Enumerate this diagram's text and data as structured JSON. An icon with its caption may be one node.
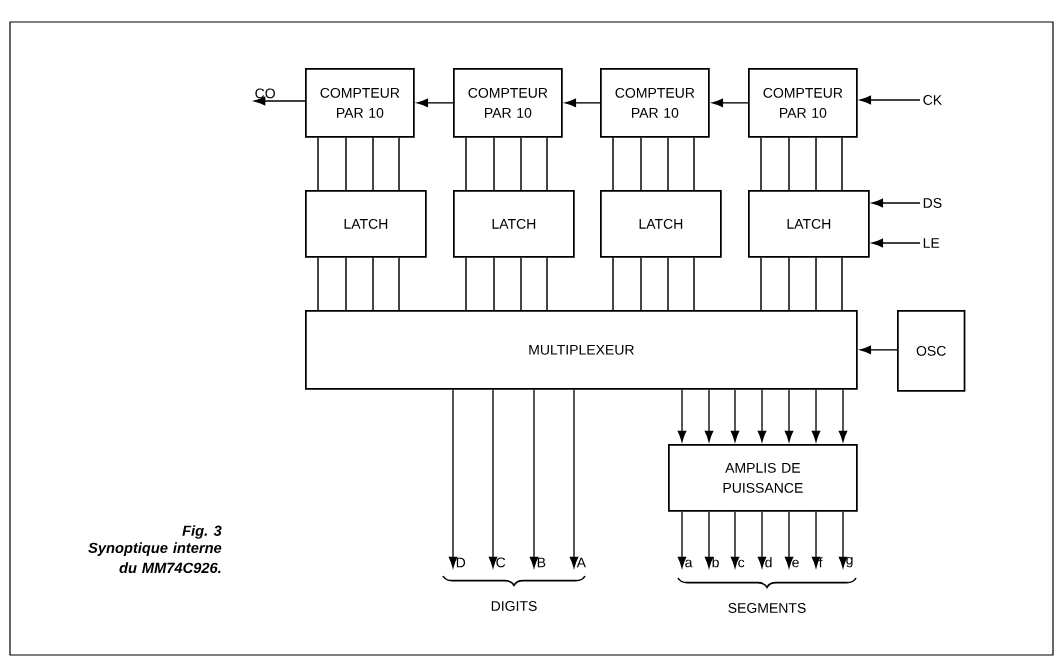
{
  "diagram": {
    "title": "Fig. 3",
    "caption": "Synoptique interne du MM74C926.",
    "nodes": [
      {
        "text": [
          "COMPTEUR PAR 10"
        ]
      },
      {
        "text": [
          "COMPTEUR PAR 10"
        ]
      },
      {
        "text": [
          "COMPTEUR PAR 10"
        ]
      },
      {
        "text": [
          "COMPTEUR PAR 10"
        ]
      },
      {
        "text": [
          "LATCH"
        ]
      },
      {
        "text": [
          "LATCH"
        ]
      },
      {
        "text": [
          "LATCH"
        ]
      },
      {
        "text": [
          "LATCH"
        ]
      },
      {
        "text": [
          "MULTIPLEXEUR"
        ]
      },
      {
        "text": [
          "OSC"
        ]
      },
      {
        "text": [
          "AMPLIS DE PUISSANCE"
        ]
      },
      {
        "text": [
          "CO"
        ]
      },
      {
        "text": [
          "CK"
        ]
      },
      {
        "text": [
          "DS"
        ]
      },
      {
        "text": [
          "LE"
        ]
      },
      {
        "text": [
          "D"
        ]
      },
      {
        "text": [
          "C"
        ]
      },
      {
        "text": [
          "B"
        ]
      },
      {
        "text": [
          "A"
        ]
      },
      {
        "text": [
          "a"
        ]
      },
      {
        "text": [
          "b"
        ]
      },
      {
        "text": [
          "c"
        ]
      },
      {
        "text": [
          "d"
        ]
      },
      {
        "text": [
          "e"
        ]
      },
      {
        "text": [
          "f"
        ]
      },
      {
        "text": [
          "g"
        ]
      }
    ],
    "edges": [
      {
        "from": 0,
        "to": 11,
        "arrow": "to"
      },
      {
        "from": 1,
        "to": 0,
        "arrow": "to"
      },
      {
        "from": 2,
        "to": 1,
        "arrow": "to"
      },
      {
        "from": 3,
        "to": 2,
        "arrow": "to"
      },
      {
        "from": 12,
        "to": 3,
        "arrow": "to"
      },
      {
        "from": 13,
        "to": 7,
        "arrow": "to"
      },
      {
        "from": 14,
        "to": 7,
        "arrow": "to"
      },
      {
        "from": 0,
        "to": 4,
        "arrow": "none"
      },
      {
        "from": 0,
        "to": 4,
        "arrow": "none"
      },
      {
        "from": 0,
        "to": 4,
        "arrow": "none"
      },
      {
        "from": 0,
        "to": 4,
        "arrow": "none"
      },
      {
        "from": 1,
        "to": 5,
        "arrow": "none"
      },
      {
        "from": 1,
        "to": 5,
        "arrow": "none"
      },
      {
        "from": 1,
        "to": 5,
        "arrow": "none"
      },
      {
        "from": 1,
        "to": 5,
        "arrow": "none"
      },
      {
        "from": 2,
        "to": 6,
        "arrow": "none"
      },
      {
        "from": 2,
        "to": 6,
        "arrow": "none"
      },
      {
        "from": 2,
        "to": 6,
        "arrow": "none"
      },
      {
        "from": 2,
        "to": 6,
        "arrow": "none"
      },
      {
        "from": 3,
        "to": 7,
        "arrow": "none"
      },
      {
        "from": 3,
        "to": 7,
        "arrow": "none"
      },
      {
        "from": 3,
        "to": 7,
        "arrow": "none"
      },
      {
        "from": 3,
        "to": 7,
        "arrow": "none"
      },
      {
        "from": 4,
        "to": 8,
        "arrow": "none"
      },
      {
        "from": 4,
        "to": 8,
        "arrow": "none"
      },
      {
        "from": 4,
        "to": 8,
        "arrow": "none"
      },
      {
        "from": 4,
        "to": 8,
        "arrow": "none"
      },
      {
        "from": 5,
        "to": 8,
        "arrow": "none"
      },
      {
        "from": 5,
        "to": 8,
        "arrow": "none"
      },
      {
        "from": 5,
        "to": 8,
        "arrow": "none"
      },
      {
        "from": 5,
        "to": 8,
        "arrow": "none"
      },
      {
        "from": 6,
        "to": 8,
        "arrow": "none"
      },
      {
        "from": 6,
        "to": 8,
        "arrow": "none"
      },
      {
        "from": 6,
        "to": 8,
        "arrow": "none"
      },
      {
        "from": 6,
        "to": 8,
        "arrow": "none"
      },
      {
        "from": 7,
        "to": 8,
        "arrow": "none"
      },
      {
        "from": 7,
        "to": 8,
        "arrow": "none"
      },
      {
        "from": 7,
        "to": 8,
        "arrow": "none"
      },
      {
        "from": 7,
        "to": 8,
        "arrow": "none"
      },
      {
        "from": 9,
        "to": 8,
        "arrow": "to"
      },
      {
        "from": 8,
        "to": 15,
        "arrow": "to"
      },
      {
        "from": 8,
        "to": 16,
        "arrow": "to"
      },
      {
        "from": 8,
        "to": 17,
        "arrow": "to"
      },
      {
        "from": 8,
        "to": 18,
        "arrow": "to"
      },
      {
        "from": 8,
        "to": 10,
        "arrow": "to"
      },
      {
        "from": 8,
        "to": 10,
        "arrow": "to"
      },
      {
        "from": 8,
        "to": 10,
        "arrow": "to"
      },
      {
        "from": 8,
        "to": 10,
        "arrow": "to"
      },
      {
        "from": 8,
        "to": 10,
        "arrow": "to"
      },
      {
        "from": 8,
        "to": 10,
        "arrow": "to"
      },
      {
        "from": 8,
        "to": 10,
        "arrow": "to"
      },
      {
        "from": 10,
        "to": 19,
        "arrow": "to"
      },
      {
        "from": 10,
        "to": 20,
        "arrow": "to"
      },
      {
        "from": 10,
        "to": 21,
        "arrow": "to"
      },
      {
        "from": 10,
        "to": 22,
        "arrow": "to"
      },
      {
        "from": 10,
        "to": 23,
        "arrow": "to"
      },
      {
        "from": 10,
        "to": 24,
        "arrow": "to"
      },
      {
        "from": 10,
        "to": 25,
        "arrow": "to"
      }
    ],
    "labels": [
      "DIGITS",
      "SEGMENTS"
    ]
  }
}
